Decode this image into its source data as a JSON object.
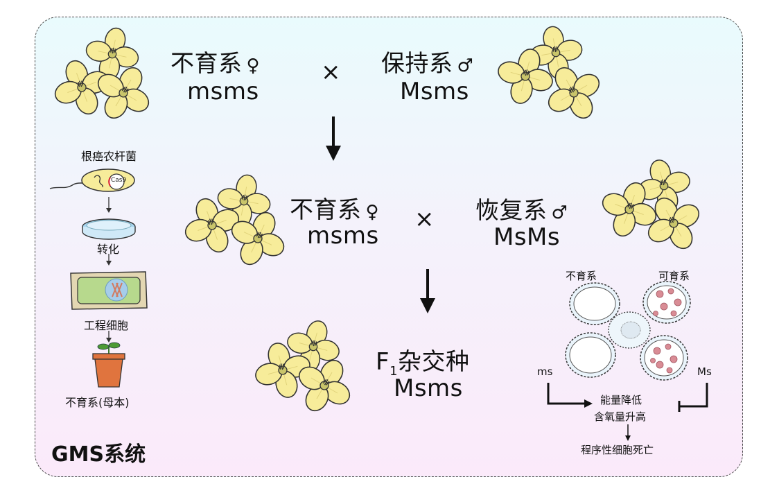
{
  "cross1": {
    "female_line": "不育系",
    "female_sym": "♀",
    "female_genotype": "msms",
    "times": "×",
    "male_line": "保持系",
    "male_sym": "♂",
    "male_genotype": "Msms"
  },
  "cross2": {
    "female_line": "不育系",
    "female_sym": "♀",
    "female_genotype": "msms",
    "times": "×",
    "male_line": "恢复系",
    "male_sym": "♂",
    "male_genotype": "MsMs"
  },
  "hybrid": {
    "f": "F",
    "sub": "1",
    "name": "杂交种",
    "genotype": "Msms"
  },
  "left_process": {
    "agro": "根癌农杆菌",
    "cas9": "Cas9",
    "transform": "转化",
    "engineered_cell": "工程细胞",
    "result": "不育系(母本)"
  },
  "anther": {
    "sterile": "不育系",
    "fertile": "可育系",
    "ms": "ms",
    "Ms": "Ms",
    "effect1": "能量降低",
    "effect2": "含氧量升高",
    "death": "程序性细胞死亡"
  },
  "system_label": "GMS系统",
  "colors": {
    "petal": "#f7ec9a",
    "pollen": "#d98c95",
    "pot": "#e0743e",
    "panel_top": "#e9fbfd",
    "panel_bottom": "#fbeafa"
  }
}
